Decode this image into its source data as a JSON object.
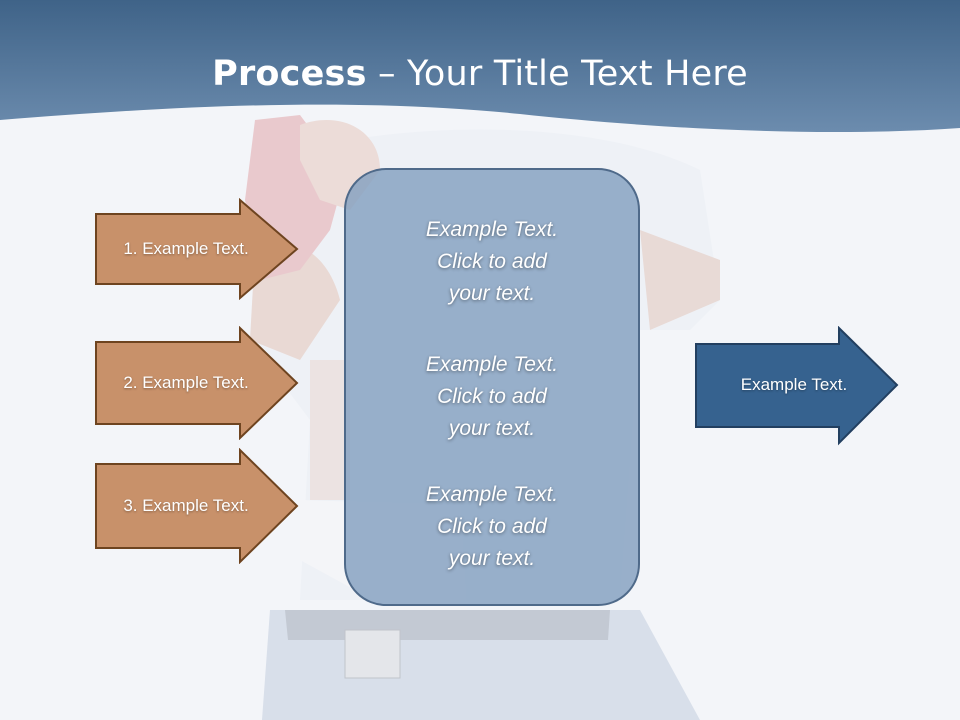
{
  "title": {
    "bold": "Process",
    "separator": " – ",
    "rest": "Your Title Text Here"
  },
  "left_arrows": [
    {
      "label": "1. Example Text."
    },
    {
      "label": "2. Example Text."
    },
    {
      "label": "3. Example Text."
    }
  ],
  "center_box": {
    "items": [
      {
        "line1": "Example Text.",
        "line2": "Click  to add",
        "line3": "your text."
      },
      {
        "line1": "Example Text.",
        "line2": "Click  to add",
        "line3": "your text."
      },
      {
        "line1": "Example Text.",
        "line2": "Click  to add",
        "line3": "your text."
      }
    ]
  },
  "right_arrow": {
    "label": "Example Text."
  },
  "colors": {
    "header": "#4a6f95",
    "left_arrow_fill": "#c8916a",
    "left_arrow_border": "#6e4420",
    "center_box_fill": "#88a3c2",
    "right_arrow_fill": "#36628f",
    "right_arrow_border": "#223f60"
  }
}
